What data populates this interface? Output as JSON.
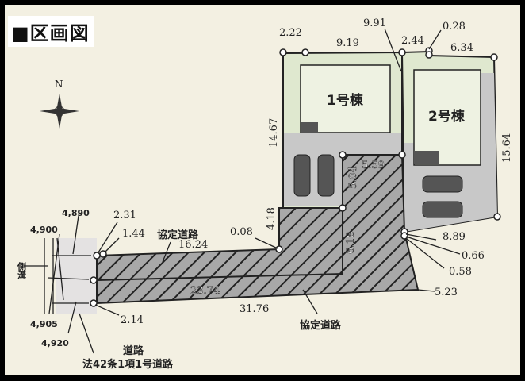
{
  "title": "■区画図",
  "compass": "N",
  "lots": {
    "lot1": "1号棟",
    "lot2": "2号棟"
  },
  "dims": {
    "d222": "2.22",
    "d919": "9.19",
    "d991": "9.91",
    "d244": "2.44",
    "d028": "0.28",
    "d634": "6.34",
    "d1467": "14.67",
    "d1564": "15.64",
    "d559": "5.59",
    "d504": "5.04",
    "d418": "4.18",
    "d008": "0.08",
    "d618": "6.18",
    "d889": "8.89",
    "d066": "0.66",
    "d058": "0.58",
    "d523": "5.23",
    "d1624": "16.24",
    "d2374": "23.74",
    "d3176": "31.76",
    "d231": "2.31",
    "d144": "1.44",
    "d214": "2.14"
  },
  "levels": {
    "l4890": "4,890",
    "l4900": "4,900",
    "l4905": "4,905",
    "l4920": "4,920"
  },
  "labels": {
    "agreement_road_top": "協定道路",
    "agreement_road_bottom": "協定道路",
    "side_ditch": "側溝",
    "road": "道路",
    "road_law": "法42条1項1号道路"
  },
  "colors": {
    "background": "#f3f0e2",
    "lawn": "#dfe8cf",
    "paving": "#c8c8c8",
    "hatch": "#9a9a9a",
    "frame": "#000000"
  }
}
